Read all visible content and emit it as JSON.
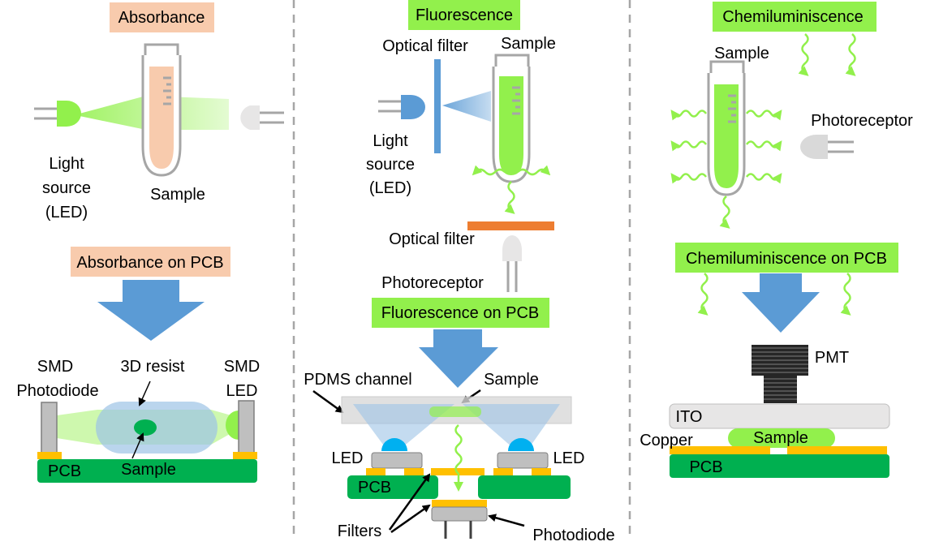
{
  "colors": {
    "absorbance_label_bg": "#f8cbad",
    "green_label_bg": "#92f04c",
    "arrow_blue": "#5b9bd5",
    "pcb_green": "#00b050",
    "copper": "#ffc000",
    "orange_filter": "#ed7d31",
    "photodiode_gray": "#bfbfbf",
    "sample_pink": "#f8cbad",
    "sample_green": "#92f04c"
  },
  "absorbance": {
    "title": "Absorbance",
    "led_line1": "Light",
    "led_line2": "source",
    "led_line3": "(LED)",
    "sample": "Sample",
    "pcb_title": "Absorbance on PCB",
    "smd_photodiode_line1": "SMD",
    "smd_photodiode_line2": "Photodiode",
    "resist": "3D resist",
    "smd_led_line1": "SMD",
    "smd_led_line2": "LED",
    "pcb": "PCB",
    "pcb_sample": "Sample"
  },
  "fluorescence": {
    "title": "Fluorescence",
    "optical_filter_top": "Optical filter",
    "sample": "Sample",
    "led_line1": "Light",
    "led_line2": "source",
    "led_line3": "(LED)",
    "optical_filter_bottom": "Optical filter",
    "photoreceptor": "Photoreceptor",
    "pcb_title": "Fluorescence on PCB",
    "pdms": "PDMS channel",
    "pcb_sample": "Sample",
    "led_left": "LED",
    "led_right": "LED",
    "pcb": "PCB",
    "filters": "Filters",
    "photodiode": "Photodiode"
  },
  "chemiluminescence": {
    "title": "Chemiluminiscence",
    "sample": "Sample",
    "photoreceptor": "Photoreceptor",
    "pcb_title": "Chemiluminiscence on PCB",
    "pmt": "PMT",
    "ito": "ITO",
    "copper": "Copper",
    "pcb_sample": "Sample",
    "pcb": "PCB"
  }
}
